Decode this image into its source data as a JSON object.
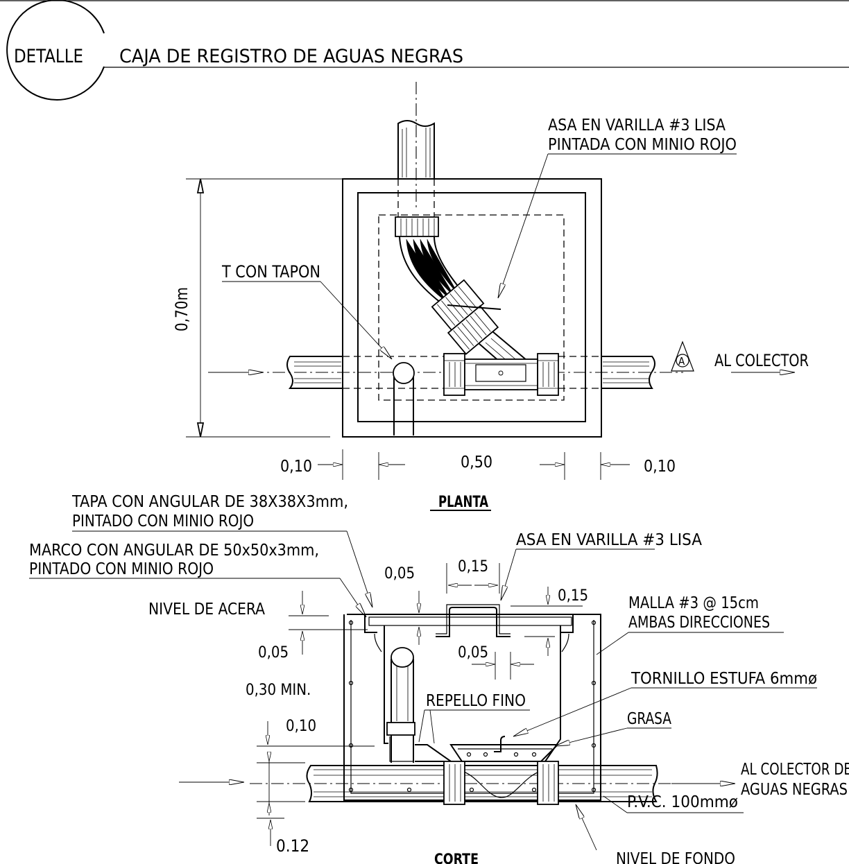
{
  "header": {
    "bubble_label": "DETALLE",
    "title": "CAJA DE REGISTRO DE AGUAS NEGRAS"
  },
  "plan": {
    "caption": "PLANTA",
    "handle_note_line1": "ASA EN VARILLA #3 LISA",
    "handle_note_line2": "PINTADA CON MINIO ROJO",
    "tee_note": "T CON TAPON",
    "section_marker": "A",
    "collector_note": "AL COLECTOR",
    "dim_height": "0,70m",
    "dim_left": "0,10",
    "dim_center": "0,50",
    "dim_right": "0,10"
  },
  "section": {
    "caption": "CORTE",
    "cover_note_line1": "TAPA CON ANGULAR  DE 38X38X3mm,",
    "cover_note_line2": "PINTADO CON MINIO ROJO",
    "frame_note_line1": "MARCO CON ANGULAR  DE 50x50x3mm,",
    "frame_note_line2": "PINTADO CON MINIO ROJO",
    "handle_note": "ASA EN VARILLA #3  LISA",
    "mesh_note_line1": "MALLA #3 @ 15cm",
    "mesh_note_line2": "AMBAS DIRECCIONES",
    "sidewalk_note": "NIVEL DE ACERA",
    "screw_note": "TORNILLO ESTUFA 6mmø",
    "plaster_note": "REPELLO FINO",
    "grease_note": "GRASA",
    "collector_note_line1": "AL COLECTOR DE",
    "collector_note_line2": "AGUAS NEGRAS",
    "pipe_note": "P.V.C. 100mmø",
    "bottom_note": "NIVEL DE FONDO",
    "dim_005_top": "0,05",
    "dim_015_a": "0,15",
    "dim_015_b": "0,15",
    "dim_005_left": "0,05",
    "dim_030": "0,30 MIN.",
    "dim_005_mid": "0,05",
    "dim_010": "0,10",
    "dim_012": "0.12"
  }
}
